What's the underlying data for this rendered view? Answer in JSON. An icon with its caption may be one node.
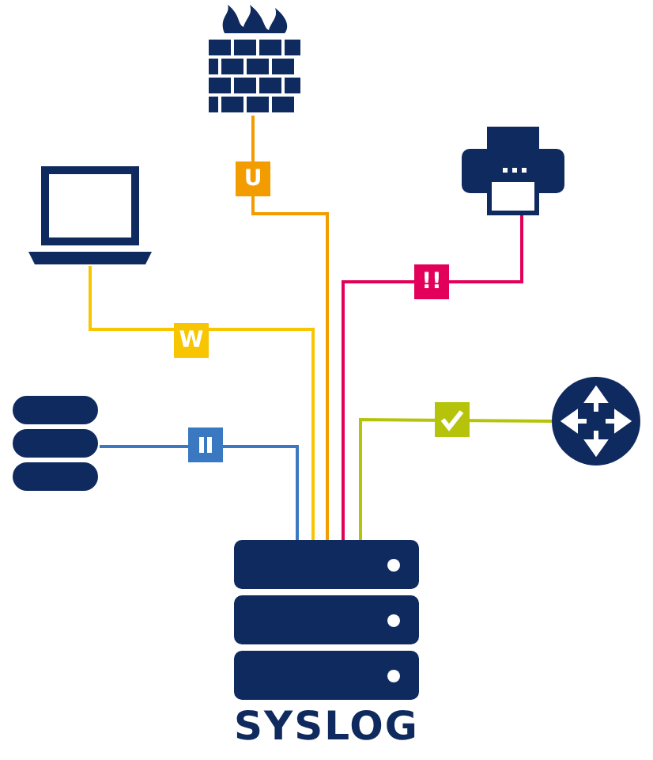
{
  "diagram": {
    "nodes": [
      {
        "text": [],
        "shape": "wall"
      },
      {
        "text": [],
        "shape": "printer"
      },
      {
        "text": [],
        "shape": "laptop"
      },
      {
        "text": [],
        "shape": "cylinder"
      },
      {
        "text": [],
        "shape": "circle"
      },
      {
        "text": [
          "SYSLOG"
        ]
      }
    ],
    "edges": [
      {
        "from": 0,
        "to": 5,
        "arrow": "none",
        "label": "U",
        "color": "#f39c00"
      },
      {
        "from": 1,
        "to": 5,
        "arrow": "none",
        "label": "!!",
        "color": "#e2005a"
      },
      {
        "from": 2,
        "to": 5,
        "arrow": "none",
        "label": "W",
        "color": "#f7c600"
      },
      {
        "from": 3,
        "to": 5,
        "arrow": "none",
        "color": "#3a78c1"
      },
      {
        "from": 4,
        "to": 5,
        "arrow": "none",
        "color": "#b5c40b"
      }
    ]
  }
}
